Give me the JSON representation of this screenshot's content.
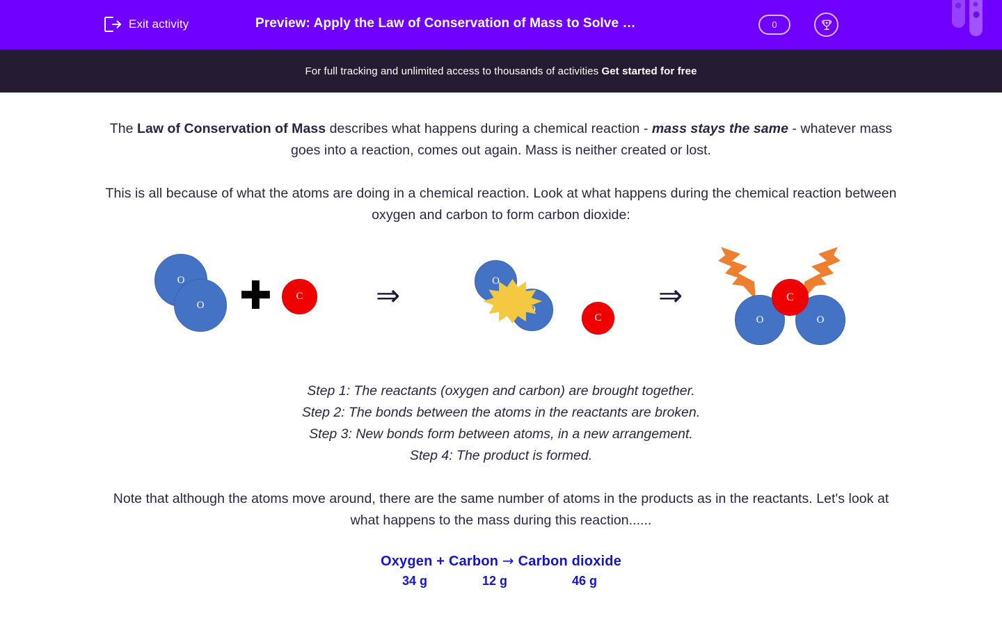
{
  "header": {
    "exit_label": "Exit activity",
    "exit_icon": "exit-door-arrow-icon",
    "title": "Preview: Apply the Law of Conservation of Mass to Solve …",
    "score_value": "0",
    "trophy_icon": "trophy-icon",
    "background_color": "#7000FF"
  },
  "banner": {
    "text_lead": "For full tracking and unlimited access to thousands of activities ",
    "cta_text": "Get started for free",
    "background_color": "#251C34"
  },
  "body": {
    "para1": {
      "p1": "The ",
      "b1": "Law of Conservation of Mass",
      "p2": " describes what happens during a chemical reaction - ",
      "bi1": "mass stays the same",
      "p3": " - whatever mass goes into a reaction, comes out again. Mass is neither created or lost."
    },
    "para2": "This is all because of what the atoms are doing in a chemical reaction. Look at what happens during the chemical reaction between oxygen and carbon to form carbon dioxide:",
    "note": "Note that although the atoms move around, there are the same number of atoms in the products as in the reactants. Let's look at what happens to the mass during this reaction......"
  },
  "diagram": {
    "oxygen_label": "O",
    "carbon_label": "C",
    "plus": "✚",
    "arrow": "⇒",
    "colors": {
      "oxygen": "#4472C4",
      "carbon": "#F00000",
      "burst": "#F5C842",
      "bolt": "#ED8030",
      "arrow": "#221A3D"
    },
    "stages": [
      {
        "name": "reactants",
        "atoms": [
          "O",
          "O",
          "C"
        ]
      },
      {
        "name": "bonds-broken",
        "atoms": [
          "O",
          "O",
          "C"
        ]
      },
      {
        "name": "product",
        "atoms": [
          "O",
          "C",
          "O"
        ]
      }
    ]
  },
  "steps": [
    "Step 1: The reactants (oxygen and carbon) are brought together.",
    "Step 2: The bonds between the atoms in the reactants are broken.",
    "Step 3: New bonds form between atoms, in a new arrangement.",
    "Step 4: The product is formed."
  ],
  "equation": {
    "reactant1": "Oxygen",
    "plus": "+",
    "reactant2": "Carbon",
    "arrow": "→",
    "product": "Carbon dioxide",
    "mass1": "34 g",
    "mass2": "12 g",
    "mass3": "46 g",
    "color": "#1414CF"
  }
}
